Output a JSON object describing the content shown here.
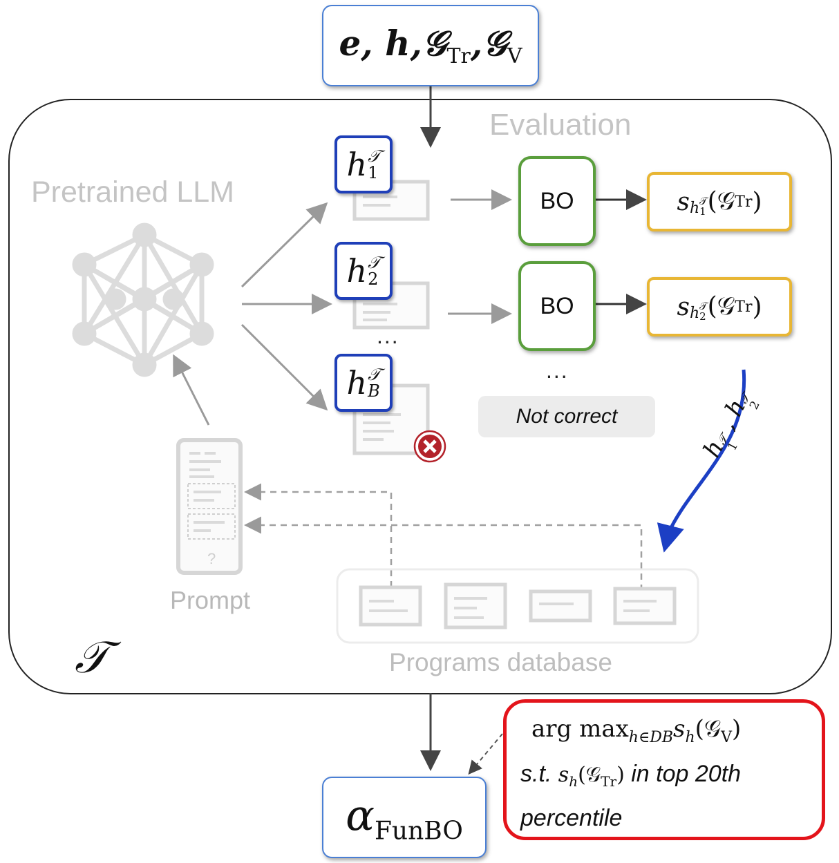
{
  "input_box": {
    "vars": "e, h,",
    "g_symbol": "𝒢",
    "g_tr_sub": "Tr",
    "comma": ",",
    "g_v_sub": "V"
  },
  "outer_box": {
    "tau_label": "𝒯"
  },
  "pretrained_llm": {
    "label": "Pretrained LLM"
  },
  "evaluation": {
    "label": "Evaluation"
  },
  "prompt": {
    "label": "Prompt",
    "question_mark": "?"
  },
  "programs_database": {
    "label": "Programs database"
  },
  "candidates": [
    {
      "h": "h",
      "sup": "𝒯",
      "sub": "1"
    },
    {
      "h": "h",
      "sup": "𝒯",
      "sub": "2"
    },
    {
      "h": "h",
      "sup": "𝒯",
      "sub": "B"
    }
  ],
  "bo_boxes": [
    {
      "label": "BO"
    },
    {
      "label": "BO"
    }
  ],
  "score_boxes": [
    {
      "s": "s",
      "h": "h",
      "sup": "𝒯",
      "sub": "1",
      "arg": "(𝒢",
      "arg_sub": "Tr",
      "close": ")"
    },
    {
      "s": "s",
      "h": "h",
      "sup": "𝒯",
      "sub": "2",
      "arg": "(𝒢",
      "arg_sub": "Tr",
      "close": ")"
    }
  ],
  "ellipsis": {
    "programs": "...",
    "bo": "..."
  },
  "not_correct": {
    "label": "Not correct"
  },
  "selected_arrow_label": {
    "h1": "h",
    "sub1": "1",
    "sep": " , ",
    "h2": "h",
    "sub2": "2",
    "sup": "𝒯"
  },
  "output_box": {
    "alpha": "α",
    "sub": "FunBO"
  },
  "selection_rule": {
    "line1_argmax": "arg max",
    "line1_sub": "h∈DB",
    "line1_rest_s": "s",
    "line1_rest_h": "h",
    "line1_rest_arg": "(𝒢",
    "line1_rest_sub": "V",
    "line1_rest_close": ")",
    "line2_st": "s.t.",
    "line2_s": "s",
    "line2_h": "h",
    "line2_arg": "(𝒢",
    "line2_sub": "Tr",
    "line2_close": ")",
    "line2_tail": "in top 20th",
    "line3": "percentile"
  },
  "colors": {
    "input_border": "#4a7fd4",
    "candidate_border": "#1f3fb8",
    "bo_border": "#5a9e3c",
    "score_border": "#e8b634",
    "rule_border": "#e3141b",
    "selected_arrow": "#1c3fc4",
    "reject_icon": "#b3222a"
  }
}
